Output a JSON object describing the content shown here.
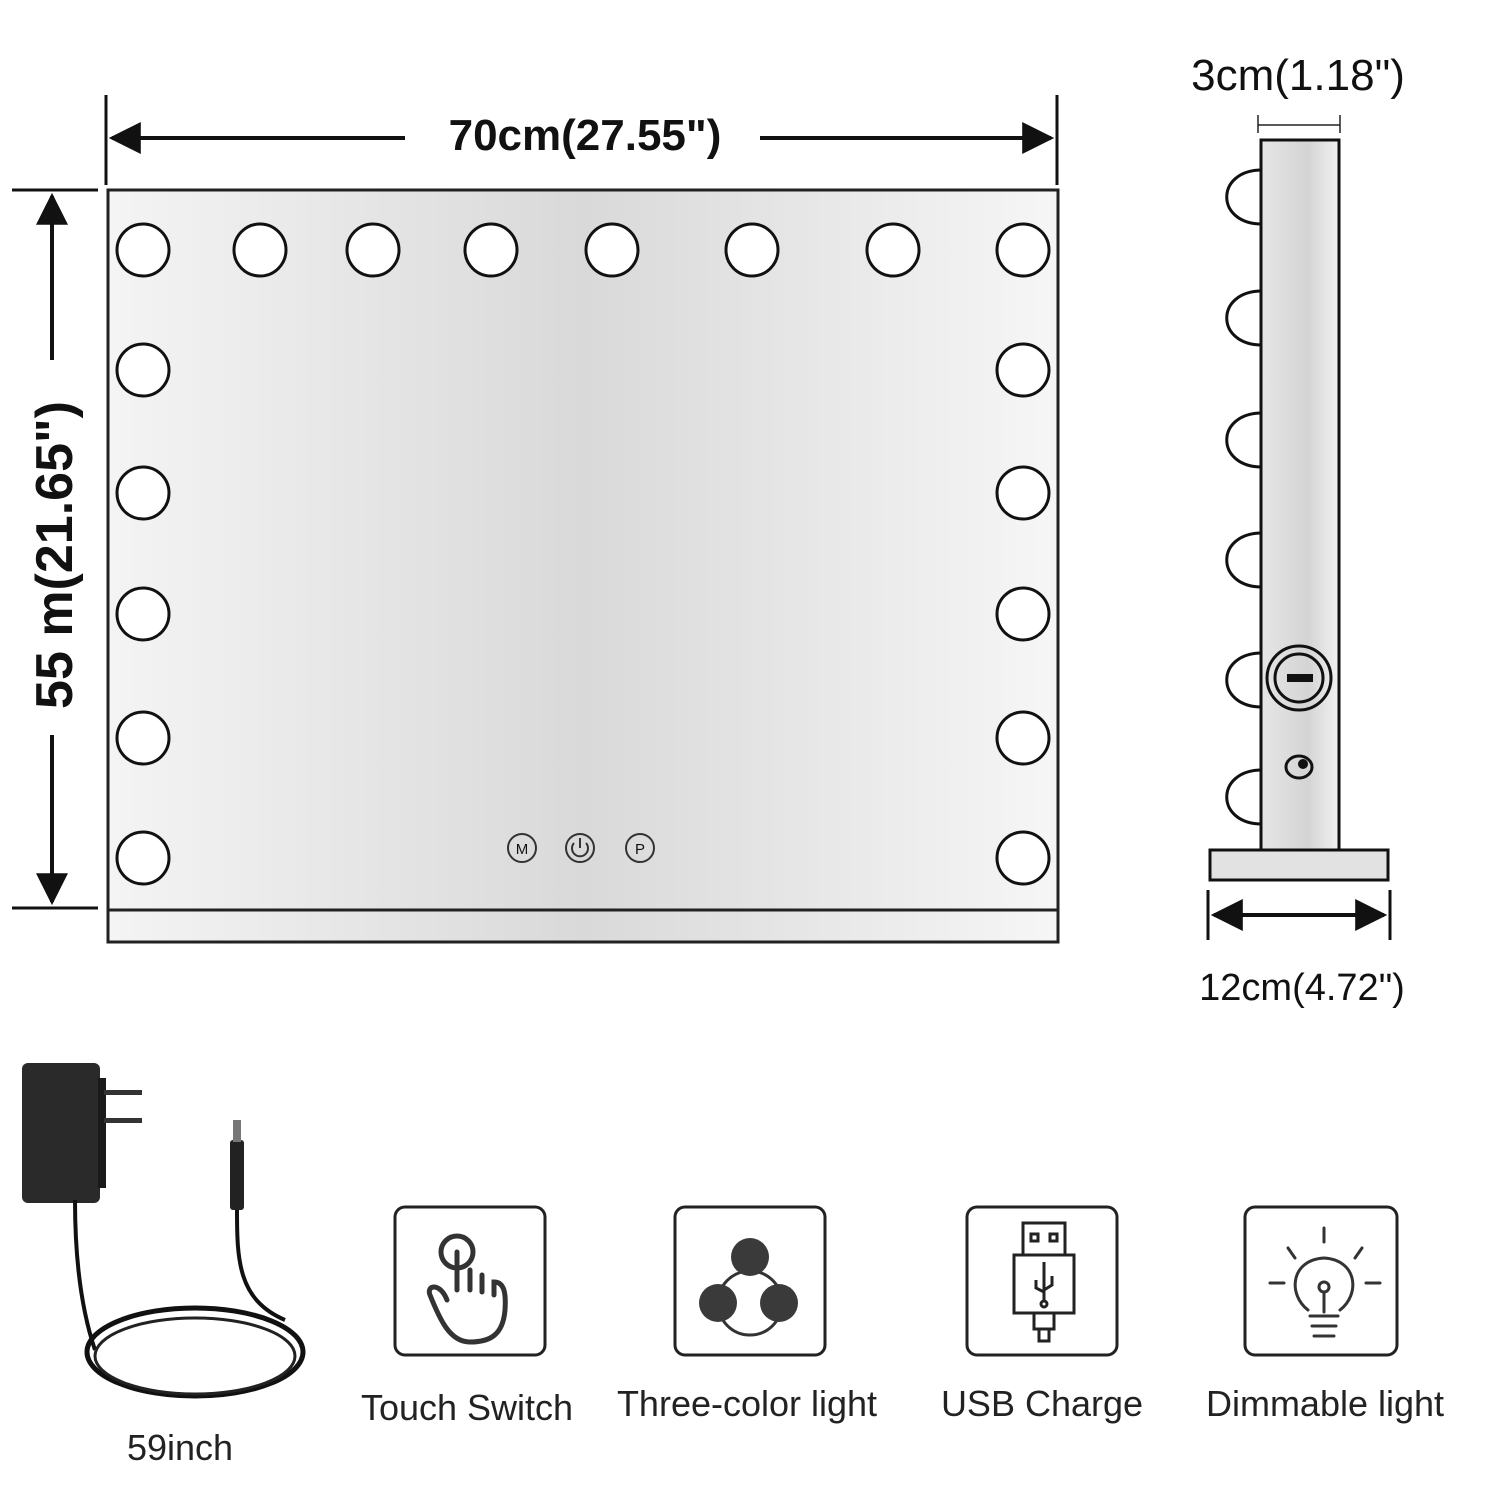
{
  "dimensions": {
    "width_label": "70cm(27.55\")",
    "height_label": "55 m(21.65\")",
    "depth_label": "3cm(1.18\")",
    "base_label": "12cm(4.72\")"
  },
  "mirror": {
    "buttons": [
      "M",
      "power",
      "P"
    ],
    "button_letters": {
      "m": "M",
      "p": "P"
    }
  },
  "adapter": {
    "cable_length": "59inch"
  },
  "features": [
    {
      "label": "Touch Switch",
      "icon": "touch-hand-icon"
    },
    {
      "label": "Three-color light",
      "icon": "three-color-icon"
    },
    {
      "label": "USB Charge",
      "icon": "usb-icon"
    },
    {
      "label": "Dimmable light",
      "icon": "bulb-icon"
    }
  ]
}
